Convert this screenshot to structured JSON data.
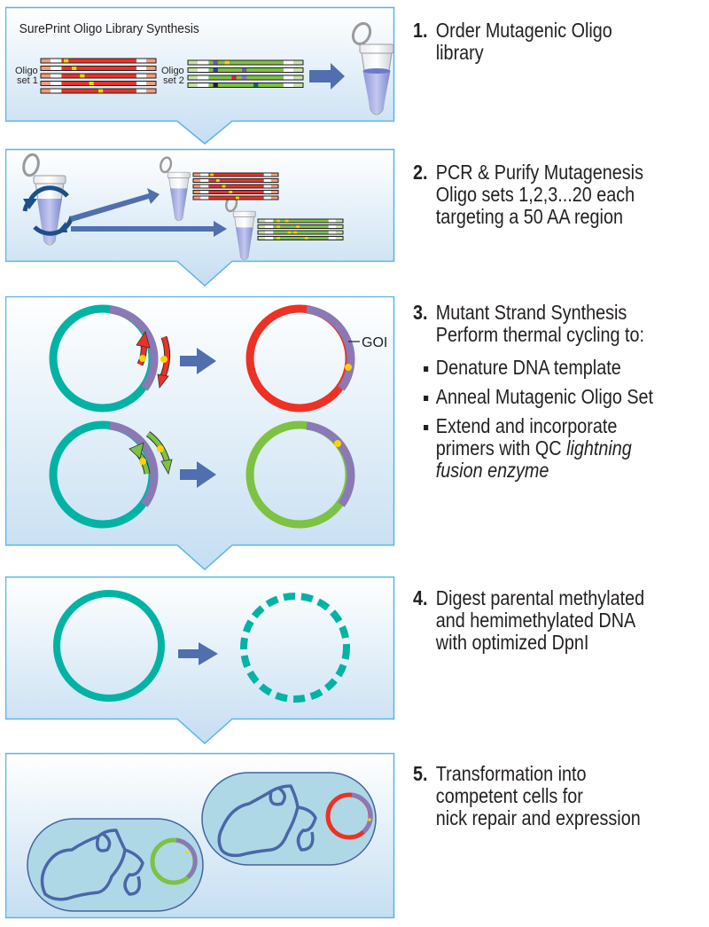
{
  "diagram": {
    "colors": {
      "panel_border": "#5bb5e3",
      "panel_top": "#ffffff",
      "panel_bottom": "#c5def2",
      "arrow": "#4f6faf",
      "template_plasmid": "#00b3a4",
      "goi_segment": "#8a79b5",
      "mutation_dot": "#ffd200",
      "set1_oligo": "#ee3124",
      "set2_oligo": "#7dc242",
      "cell_fill": "#aed8e6",
      "cell_border": "#44639e",
      "chromosome": "#4a66a8"
    },
    "steps": [
      {
        "number": "1.",
        "lines": [
          "Order Mutagenic Oligo library"
        ],
        "panel": {
          "title": "SurePrint Oligo Library Synthesis",
          "set1_label": [
            "Oligo",
            "set 1"
          ],
          "set2_label": [
            "Oligo",
            "set 2"
          ]
        }
      },
      {
        "number": "2.",
        "lines": [
          "PCR & Purify  Mutagenesis",
          "Oligo sets 1,2,3...20 each",
          "targeting a 50 AA region"
        ]
      },
      {
        "number": "3.",
        "lines": [
          "Mutant Strand Synthesis",
          "Perform thermal cycling to:"
        ],
        "bullets": [
          {
            "text": "Denature DNA template"
          },
          {
            "text": "Anneal Mutagenic Oligo Set"
          },
          {
            "text": "Extend and incorporate",
            "cont": "primers with QC ",
            "italic": "lightning",
            "italic2": "fusion enzyme"
          }
        ],
        "panel": {
          "goi_label": "GOI"
        }
      },
      {
        "number": "4.",
        "lines": [
          "Digest parental methylated",
          "and hemimethylated DNA",
          "with optimized DpnI"
        ]
      },
      {
        "number": "5.",
        "lines": [
          "Transformation into",
          "competent cells for",
          "nick repair and expression"
        ]
      }
    ]
  }
}
